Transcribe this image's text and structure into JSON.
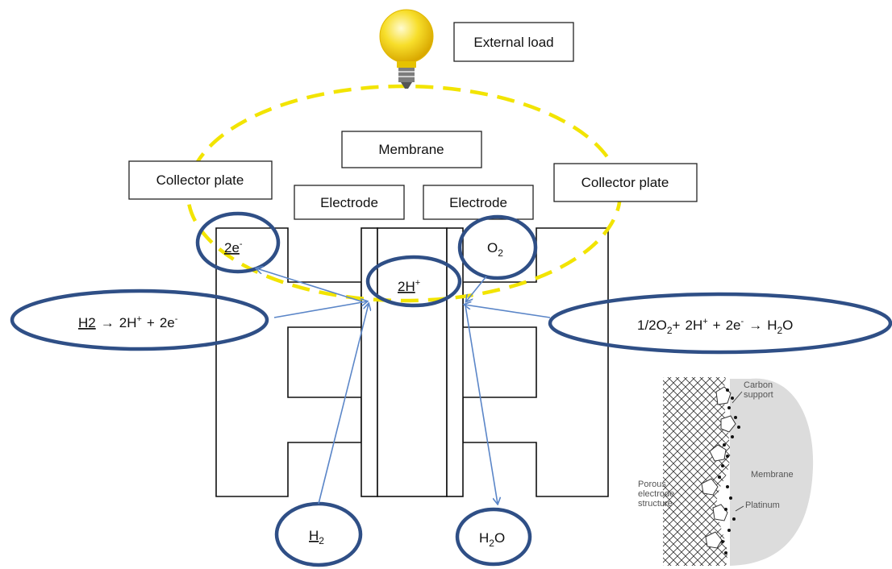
{
  "labels": {
    "external_load": "External load",
    "membrane": "Membrane",
    "collector_left": "Collector plate",
    "collector_right": "Collector plate",
    "electrode_left": "Electrode",
    "electrode_right": "Electrode"
  },
  "species": {
    "electrons": "2e",
    "electrons_sup": "-",
    "oxygen": "O",
    "oxygen_sub": "2",
    "protons": "2H",
    "protons_sup": "+",
    "hydrogen": "H",
    "hydrogen_sub": "2",
    "water_h": "H",
    "water_sub": "2",
    "water_o": "O"
  },
  "reactions": {
    "anode_left": "H2",
    "anode_arrow": "→",
    "anode_right_a": "2H",
    "anode_right_a_sup": "+",
    "anode_plus": "+",
    "anode_right_b": "2e",
    "anode_right_b_sup": "-",
    "cathode_1": "1/2O",
    "cathode_1_sub": "2",
    "cathode_2": "+",
    "cathode_3": "2H",
    "cathode_3_sup": "+",
    "cathode_4": "+",
    "cathode_5": "2e",
    "cathode_5_sup": "-",
    "cathode_arrow": "→",
    "cathode_6": "H",
    "cathode_6_sub": "2",
    "cathode_7": "O"
  },
  "inset": {
    "carbon": "Carbon",
    "support": "support",
    "membrane": "Membrane",
    "porous": "Porous",
    "electrode": "electrode",
    "structure": "structure",
    "platinum": "Platinum"
  },
  "colors": {
    "circuit": "#f2e400",
    "ellipse": "#2f4f86",
    "arrow": "#5b86c8",
    "bulb": "#f5d800"
  }
}
